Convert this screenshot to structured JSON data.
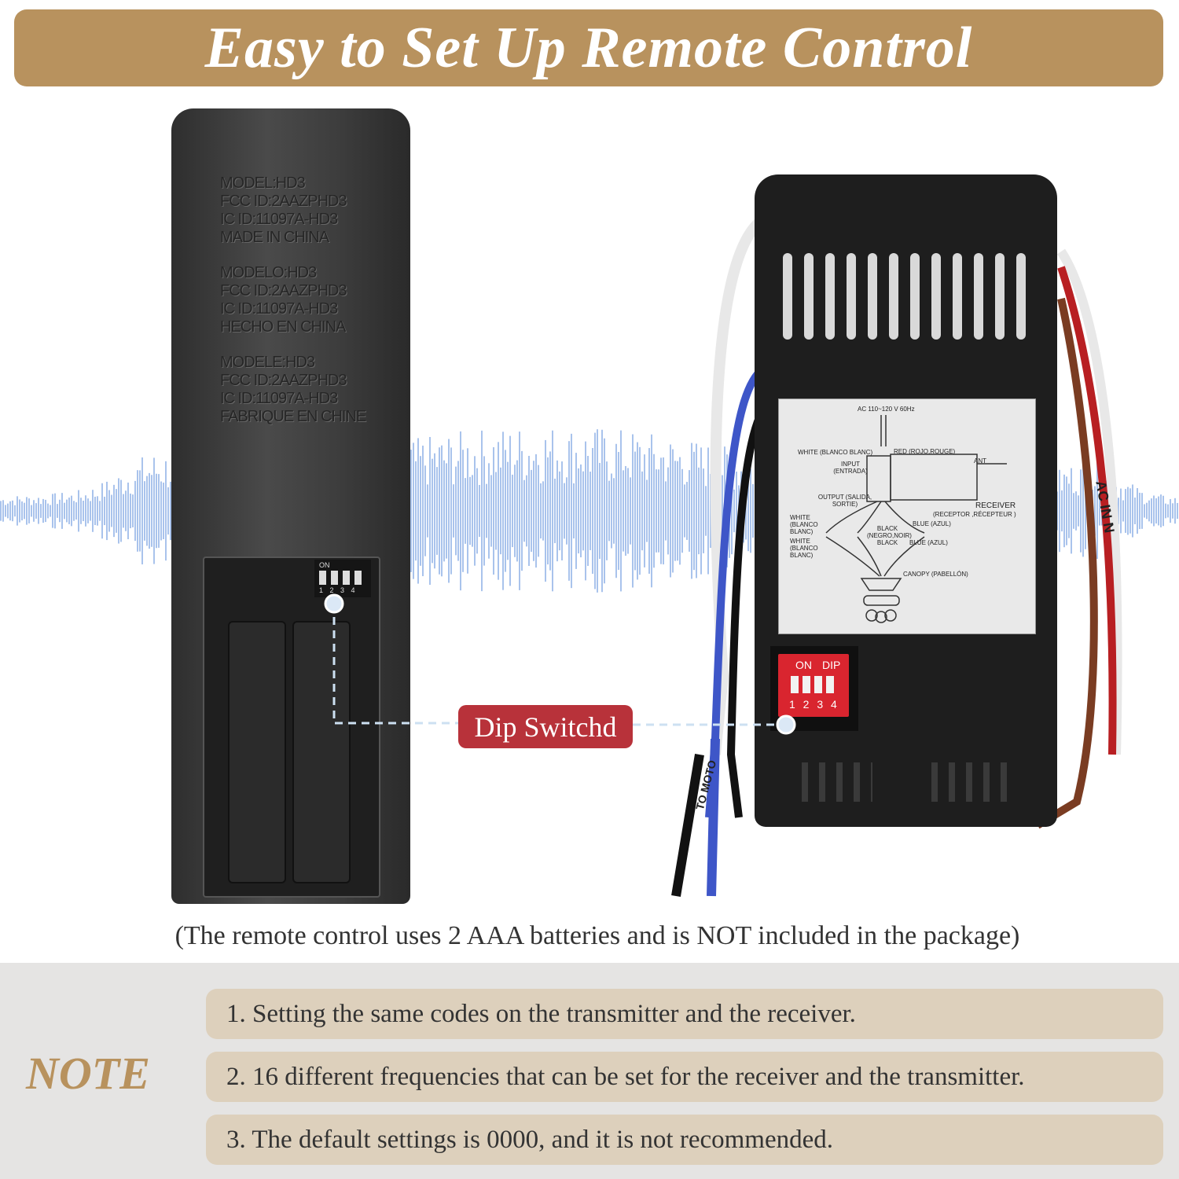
{
  "title": "Easy to Set Up Remote Control",
  "remote": {
    "embossed_text": [
      "MODEL:HD3",
      "FCC ID:2AAZPHD3",
      "IC ID:11097A-HD3",
      "MADE IN CHINA",
      "MODELO:HD3",
      "FCC ID:2AAZPHD3",
      "IC ID:11097A-HD3",
      "HECHO EN CHINA",
      "MODELE:HD3",
      "FCC ID:2AAZPHD3",
      "IC ID:11097A-HD3",
      "FABRIQUE EN CHINE"
    ],
    "dip_label": "ON",
    "dip_numbers": "1 2 3 4"
  },
  "receiver": {
    "label": {
      "power": "AC 110~120 V 60Hz",
      "white_in": "WHITE (BLANCO BLANC)",
      "red_in": "RED (ROJO,ROUGE)",
      "input": "INPUT (ENTRADA)",
      "output": "OUTPUT (SALIDA, SORTIE)",
      "ant": "ANT",
      "receiver": "RECEIVER",
      "receiver_sub": "(RECEPTOR ,RÉCEPTEUR )",
      "white_out1": "WHITE (BLANCO BLANC)",
      "white_out2": "WHITE (BLANCO BLANC)",
      "black": "BLACK (NEGRO,NOIR) BLACK",
      "blue1": "BLUE (AZUL)",
      "blue2": "BLUE (AZUL)",
      "canopy": "CANOPY (PABELLÓN)"
    },
    "dip_on": "ON",
    "dip_dip": "DIP",
    "dip_numbers": "1 2 3 4",
    "wire_text_right": "AC IN N",
    "wire_text_left": "TO MOTO"
  },
  "dip_callout": "Dip Switchd",
  "caption": "(The remote control uses 2 AAA batteries and is NOT included in the package)",
  "note": {
    "heading": "NOTE",
    "items": [
      "1. Setting the same codes on the transmitter and the receiver.",
      "2. 16 different frequencies that can be set for the receiver and the transmitter.",
      "3. The default settings is 0000, and it is not recommended."
    ]
  },
  "colors": {
    "banner": "#b8925e",
    "callout": "#b8323a",
    "wave": "#a9c3ec",
    "pill": "#ddd0bc"
  }
}
